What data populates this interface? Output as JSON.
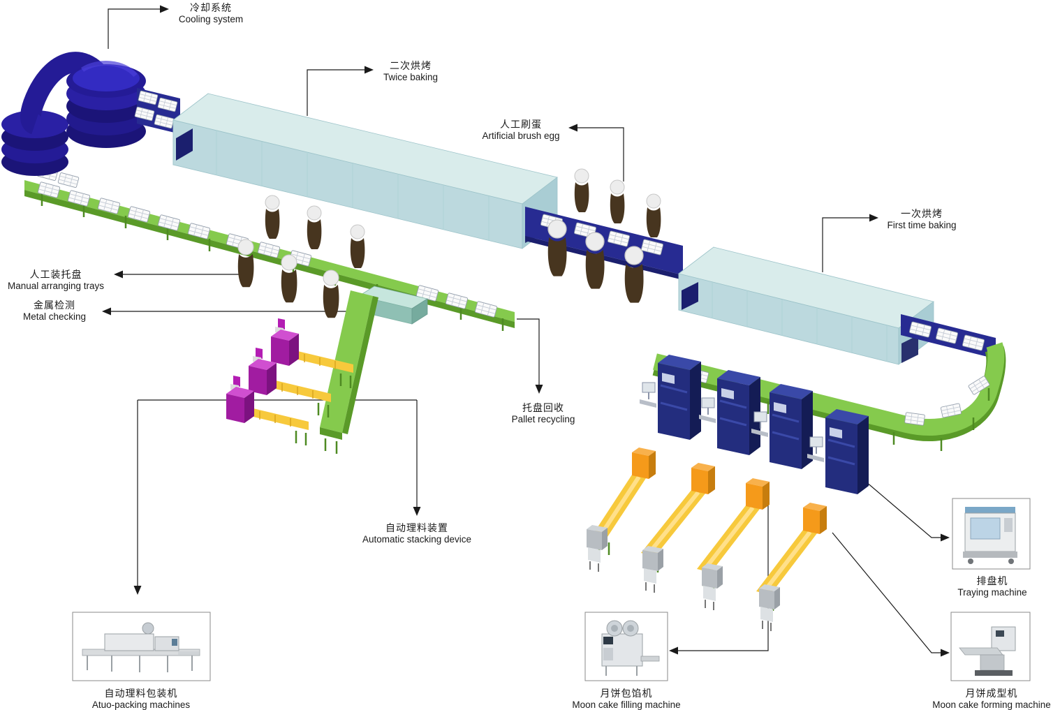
{
  "diagram": {
    "kind": "moon-cake-production-line-flow-diagram",
    "background": "#ffffff"
  },
  "colors": {
    "line": "#1a1a1a",
    "spiral_blue": "#221a8e",
    "conveyor_navy": "#272b92",
    "oven_top": "#d9eceb",
    "oven_front": "#bcd9de",
    "green_belt": "#85ca4d",
    "green_belt_dark": "#5a9a28",
    "yellow_belt": "#f7c93c",
    "orange_box": "#f59a1a",
    "purple_machine": "#a11ca1",
    "machine_navy": "#232d7e",
    "metal_detector_teal": "#8fc0b4"
  },
  "labels": {
    "cooling": {
      "zh": "冷却系统",
      "en": "Cooling system"
    },
    "twice_baking": {
      "zh": "二次烘烤",
      "en": "Twice baking"
    },
    "brush_egg": {
      "zh": "人工刷蛋",
      "en": "Artificial brush egg"
    },
    "first_baking": {
      "zh": "一次烘烤",
      "en": "First time baking"
    },
    "arranging_trays": {
      "zh": "人工装托盘",
      "en": "Manual arranging trays"
    },
    "metal_checking": {
      "zh": "金属检测",
      "en": "Metal checking"
    },
    "pallet_recycling": {
      "zh": "托盘回收",
      "en": "Pallet recycling"
    },
    "stacking_device": {
      "zh": "自动理料装置",
      "en": "Automatic stacking device"
    },
    "packing_machine": {
      "zh": "自动理料包装机",
      "en": "Atuo-packing machines"
    },
    "filling_machine": {
      "zh": "月饼包馅机",
      "en": "Moon cake filling machine"
    },
    "traying_machine": {
      "zh": "排盘机",
      "en": "Traying machine"
    },
    "forming_machine": {
      "zh": "月饼成型机",
      "en": "Moon cake forming machine"
    }
  }
}
